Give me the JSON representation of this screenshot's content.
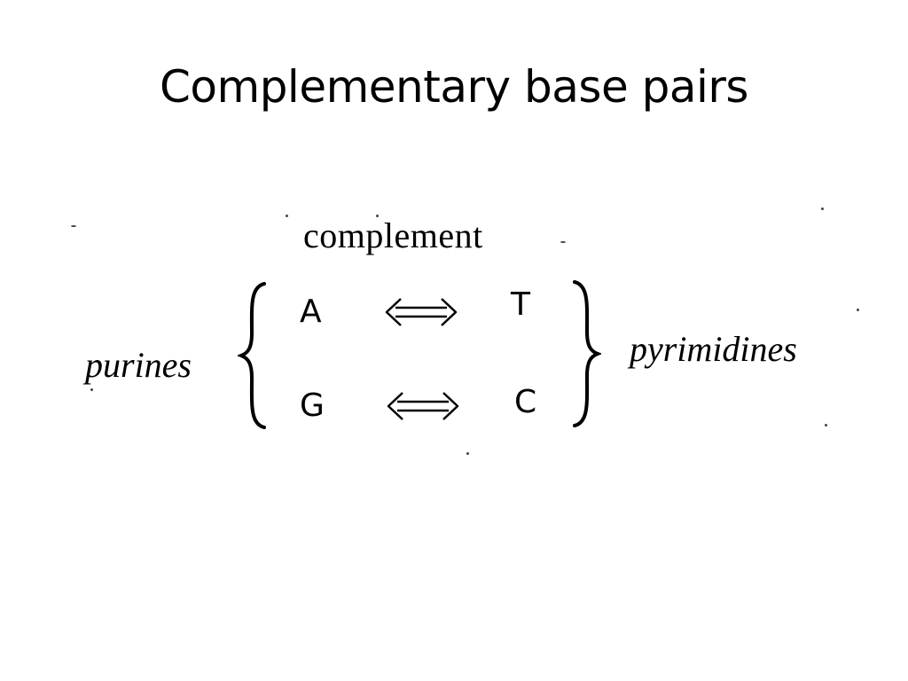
{
  "slide": {
    "title": "Complementary base pairs"
  },
  "figure": {
    "header": "complement",
    "left_group": "purines",
    "right_group": "pyrimidines",
    "pairs": [
      {
        "left": "A",
        "right": "T"
      },
      {
        "left": "G",
        "right": "C"
      }
    ],
    "arrow_icon": "double-headed-double-arrow-icon"
  }
}
